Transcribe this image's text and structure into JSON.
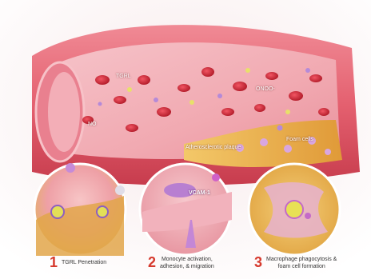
{
  "labels": {
    "tgrl": "TGRL",
    "no": "NO",
    "onoo": "ONOO-",
    "plaque": "Atherosclerotic plaque",
    "foam": "Foam cells",
    "vcam": "VCAM-1"
  },
  "steps": [
    {
      "number": "1",
      "line1": "TGRL Penetration",
      "line2": "",
      "line3": ""
    },
    {
      "number": "2",
      "line1": "Monocyte activation,",
      "line2": "adhesion, & migration",
      "line3": ""
    },
    {
      "number": "3",
      "line1": "Macrophage phagocytosis &",
      "line2": "foam cell formation",
      "line3": ""
    }
  ],
  "colors": {
    "vessel_wall": "#e8788a",
    "lumen": "#f4b6bf",
    "rbc": "#d92b3a",
    "plaque": "#e8b44a",
    "step_number": "#d63a2e"
  }
}
